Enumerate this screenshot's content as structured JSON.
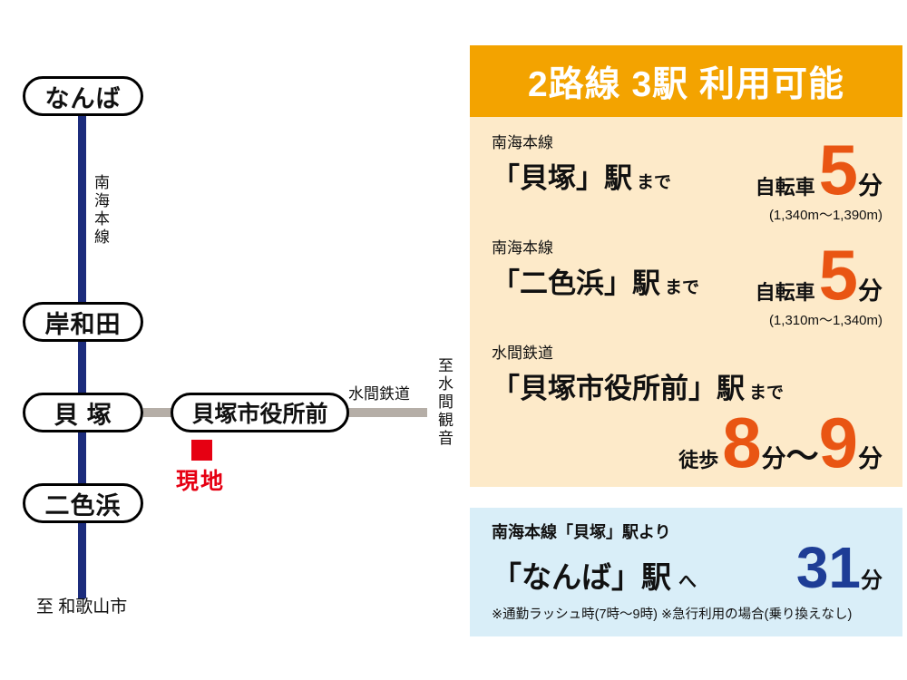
{
  "colors": {
    "rail_blue": "#1c2c7c",
    "rail_gray": "#b5aea7",
    "header_orange": "#f3a300",
    "body_cream": "#fdeac9",
    "panel_blue": "#d9eef8",
    "accent_orange": "#e95513",
    "accent_blue": "#1e3d96",
    "site_red": "#e60012"
  },
  "diagram": {
    "stations": [
      "なんば",
      "岸和田",
      "貝 塚",
      "二色浜",
      "貝塚市役所前"
    ],
    "nankai_label": "南海本線",
    "mizuma_label": "水間鉄道",
    "to_mizuma": "至水間観音",
    "to_wakayama": "至 和歌山市",
    "site_label": "現地"
  },
  "panel1": {
    "header": "2路線 3駅 利用可能",
    "rows": [
      {
        "line": "南海本線",
        "station": "「貝塚」駅",
        "suffix": "まで",
        "mode": "自転車",
        "minutes": "5",
        "unit": "分",
        "distance": "(1,340m〜1,390m)"
      },
      {
        "line": "南海本線",
        "station": "「二色浜」駅",
        "suffix": "まで",
        "mode": "自転車",
        "minutes": "5",
        "unit": "分",
        "distance": "(1,310m〜1,340m)"
      },
      {
        "line": "水間鉄道",
        "station": "「貝塚市役所前」駅",
        "suffix": "まで",
        "mode": "徒歩",
        "from": "8",
        "unit1": "分",
        "tilde": "〜",
        "to": "9",
        "unit2": "分"
      }
    ]
  },
  "panel2": {
    "from": "南海本線「貝塚」駅より",
    "station": "「なんば」駅",
    "suffix": "へ",
    "minutes": "31",
    "unit": "分",
    "note": "※通勤ラッシュ時(7時〜9時) ※急行利用の場合(乗り換えなし)"
  }
}
